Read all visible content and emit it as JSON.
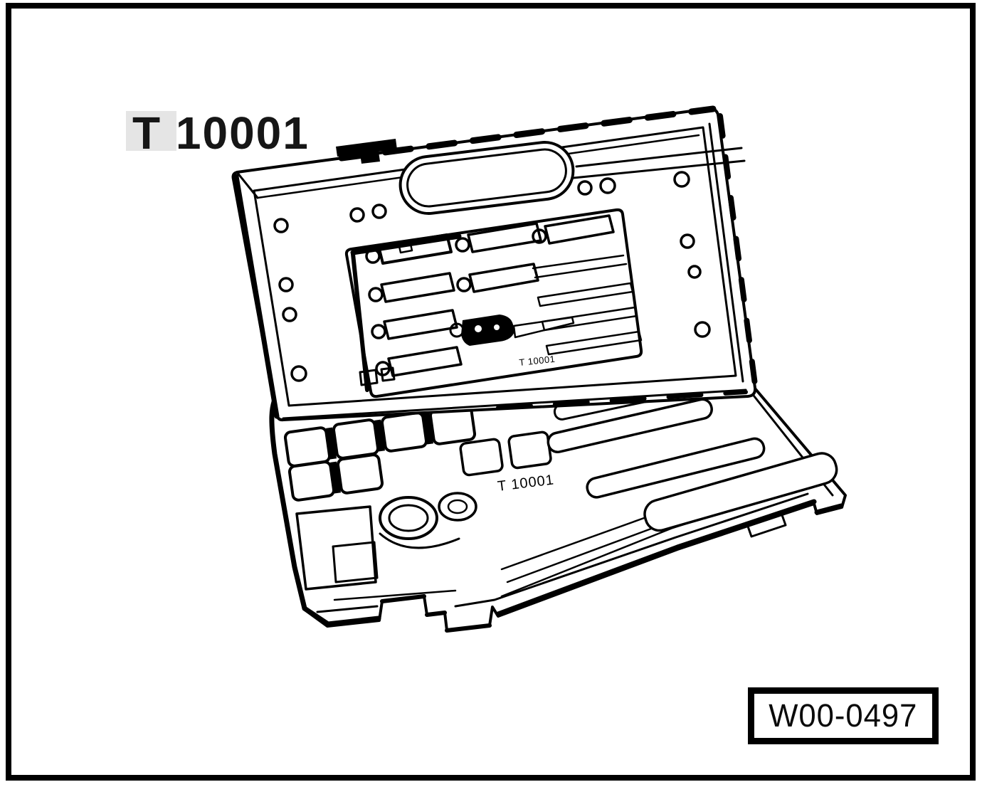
{
  "figure": {
    "tool_label": "T 10001",
    "figure_number": "W00-0497",
    "lid_marking": "T 10001",
    "tray_marking": "T 10001"
  },
  "colors": {
    "line": "#000000",
    "background": "#ffffff",
    "label_highlight": "#e5e5e5"
  },
  "icons": {
    "illustration": "open-tool-case-line-drawing"
  }
}
